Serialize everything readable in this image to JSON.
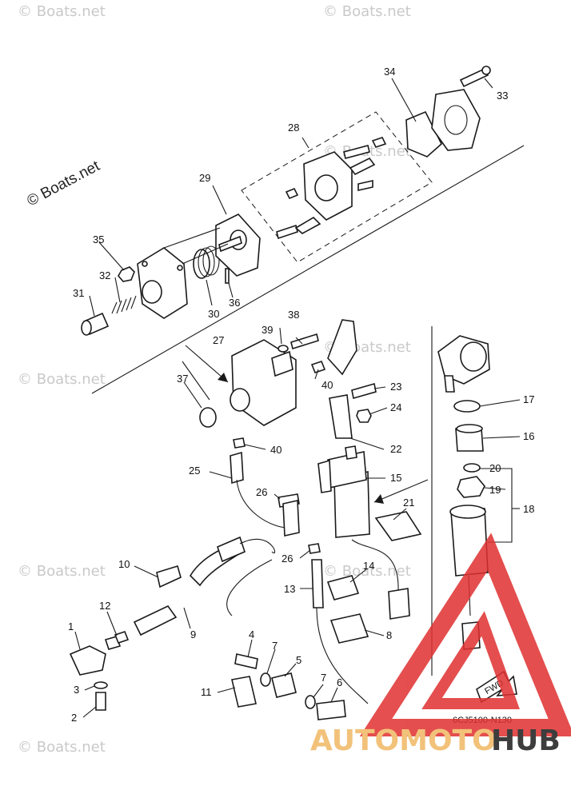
{
  "copyright": "© Boats.net",
  "watermark": "© Boats.net",
  "diagram_code": "6CJ5100-N130",
  "fwd_label": "FWD",
  "brand": {
    "part1": "AUTOMOTO",
    "part2": "HUB"
  },
  "callouts": [
    "1",
    "2",
    "3",
    "4",
    "5",
    "6",
    "7",
    "7",
    "8",
    "9",
    "10",
    "11",
    "12",
    "13",
    "14",
    "15",
    "16",
    "17",
    "18",
    "19",
    "20",
    "21",
    "22",
    "23",
    "24",
    "25",
    "26",
    "26",
    "27",
    "28",
    "29",
    "30",
    "31",
    "32",
    "33",
    "34",
    "35",
    "36",
    "37",
    "38",
    "39",
    "40",
    "40"
  ],
  "colors": {
    "logo_triangle": "#e03030",
    "brand_light": "#f2c27a",
    "brand_dark": "#3d3d3d"
  }
}
